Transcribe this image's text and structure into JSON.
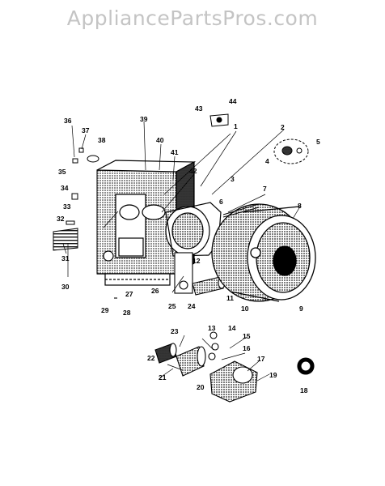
{
  "watermark": "AppliancePartsPros.com",
  "parts": [
    {
      "id": "p1",
      "text": "1"
    },
    {
      "id": "p2",
      "text": "2"
    },
    {
      "id": "p3",
      "text": "3"
    },
    {
      "id": "p4",
      "text": "4"
    },
    {
      "id": "p5",
      "text": "5"
    },
    {
      "id": "p6",
      "text": "6"
    },
    {
      "id": "p7",
      "text": "7"
    },
    {
      "id": "p8",
      "text": "8"
    },
    {
      "id": "p9",
      "text": "9"
    },
    {
      "id": "p10",
      "text": "10"
    },
    {
      "id": "p11",
      "text": "11"
    },
    {
      "id": "p12",
      "text": "12"
    },
    {
      "id": "p13",
      "text": "13"
    },
    {
      "id": "p14",
      "text": "14"
    },
    {
      "id": "p15",
      "text": "15"
    },
    {
      "id": "p16",
      "text": "16"
    },
    {
      "id": "p17",
      "text": "17"
    },
    {
      "id": "p18",
      "text": "18"
    },
    {
      "id": "p19",
      "text": "19"
    },
    {
      "id": "p20",
      "text": "20"
    },
    {
      "id": "p21",
      "text": "21"
    },
    {
      "id": "p22",
      "text": "22"
    },
    {
      "id": "p23",
      "text": "23"
    },
    {
      "id": "p24",
      "text": "24"
    },
    {
      "id": "p25",
      "text": "25"
    },
    {
      "id": "p26",
      "text": "26"
    },
    {
      "id": "p27",
      "text": "27"
    },
    {
      "id": "p28",
      "text": "28"
    },
    {
      "id": "p29",
      "text": "29"
    },
    {
      "id": "p30",
      "text": "30"
    },
    {
      "id": "p31",
      "text": "31"
    },
    {
      "id": "p32",
      "text": "32"
    },
    {
      "id": "p33",
      "text": "33"
    },
    {
      "id": "p34",
      "text": "34"
    },
    {
      "id": "p35",
      "text": "35"
    },
    {
      "id": "p36",
      "text": "36"
    },
    {
      "id": "p37",
      "text": "37"
    },
    {
      "id": "p38",
      "text": "38"
    },
    {
      "id": "p39",
      "text": "39"
    },
    {
      "id": "p40",
      "text": "40"
    },
    {
      "id": "p41",
      "text": "41"
    },
    {
      "id": "p42",
      "text": "42"
    },
    {
      "id": "p43",
      "text": "43"
    },
    {
      "id": "p44",
      "text": "44"
    }
  ]
}
